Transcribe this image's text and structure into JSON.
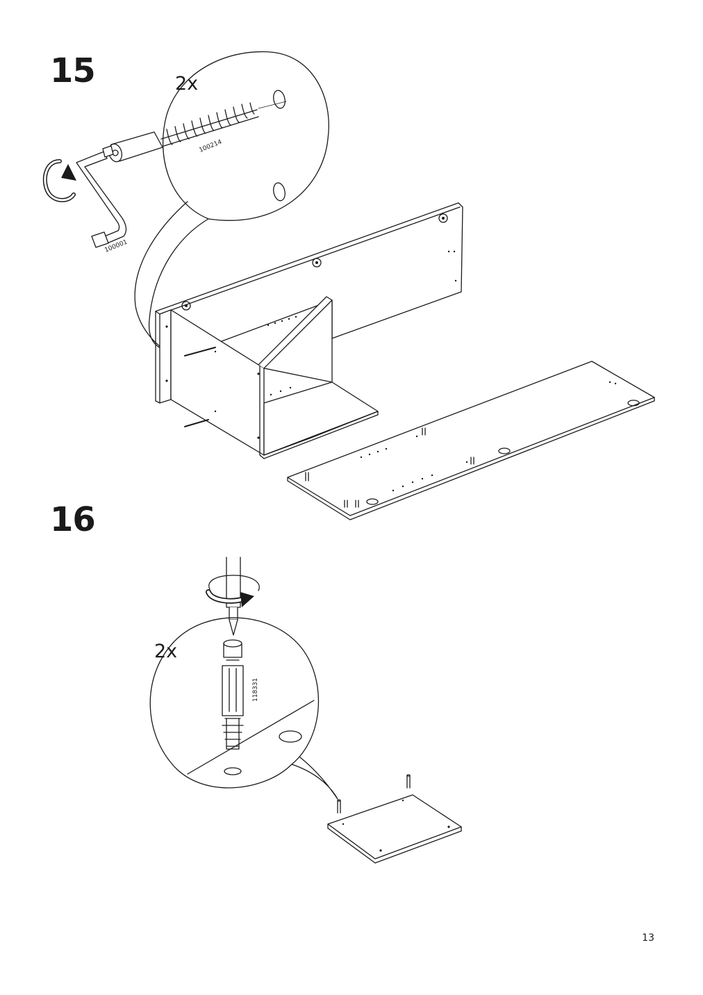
{
  "step15": {
    "number": "15",
    "quantity": "2x",
    "screw_code": "100214",
    "tool_code": "100001"
  },
  "step16": {
    "number": "16",
    "quantity": "2x",
    "dowel_code": "118331"
  },
  "page_number": "13",
  "colors": {
    "ink": "#1a1a1a",
    "background": "#ffffff",
    "panel_fill": "#ffffff"
  },
  "icons": [
    "allen-key-icon",
    "rotate-arrow-icon",
    "cam-screw-icon",
    "screwdriver-icon",
    "cam-dowel-icon"
  ]
}
